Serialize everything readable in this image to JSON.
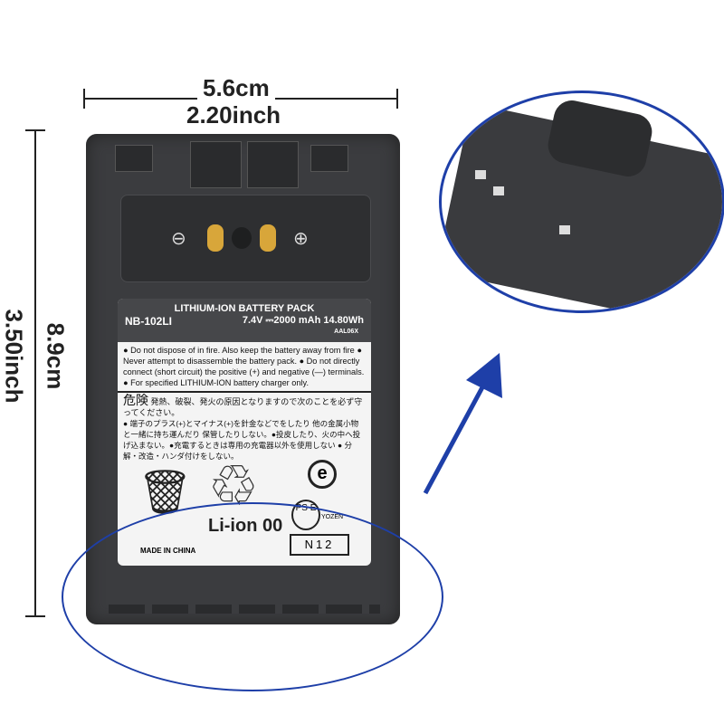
{
  "dimensions": {
    "width_cm": "5.6cm",
    "width_inch": "2.20inch",
    "height_cm": "8.9cm",
    "height_inch": "3.50inch"
  },
  "connector": {
    "minus": "⊖",
    "plus": "⊕"
  },
  "label": {
    "title": "LITHIUM-ION BATTERY PACK",
    "model": "NB-102LI",
    "spec": "7.4V ⎓2000 mAh 14.80Wh",
    "code": "AAL06X",
    "warning_en": "● Do not dispose of in fire. Also keep the battery away from fire ● Never attempt to disassemble the battery pack. ● Do not directly connect (short circuit) the positive (+) and negative (—) terminals. ● For specified LITHIUM-ION battery charger only.",
    "warning_jp_title": "危険",
    "warning_jp_sub": "発熱、破裂、発火の原因となりますので次のことを必ず守ってください。",
    "warning_jp_body": "● 端子のプラス(+)とマイナス(+)を針金などでをしたり 他の金属小物と一緒に持ち運んだり 保管したりしない。●投皮したり、火の中へ投げ込まない。●充電するときは専用の充電器以外を使用しない ● 分解・改造・ハンダ付けをしない。",
    "chemistry": "Li-ion 00",
    "pse": "PS E",
    "maker": "YOZEN",
    "lot": "N12",
    "origin": "MADE IN CHINA"
  },
  "colors": {
    "accent": "#1e3fa8",
    "battery": "#3b3c3f"
  }
}
